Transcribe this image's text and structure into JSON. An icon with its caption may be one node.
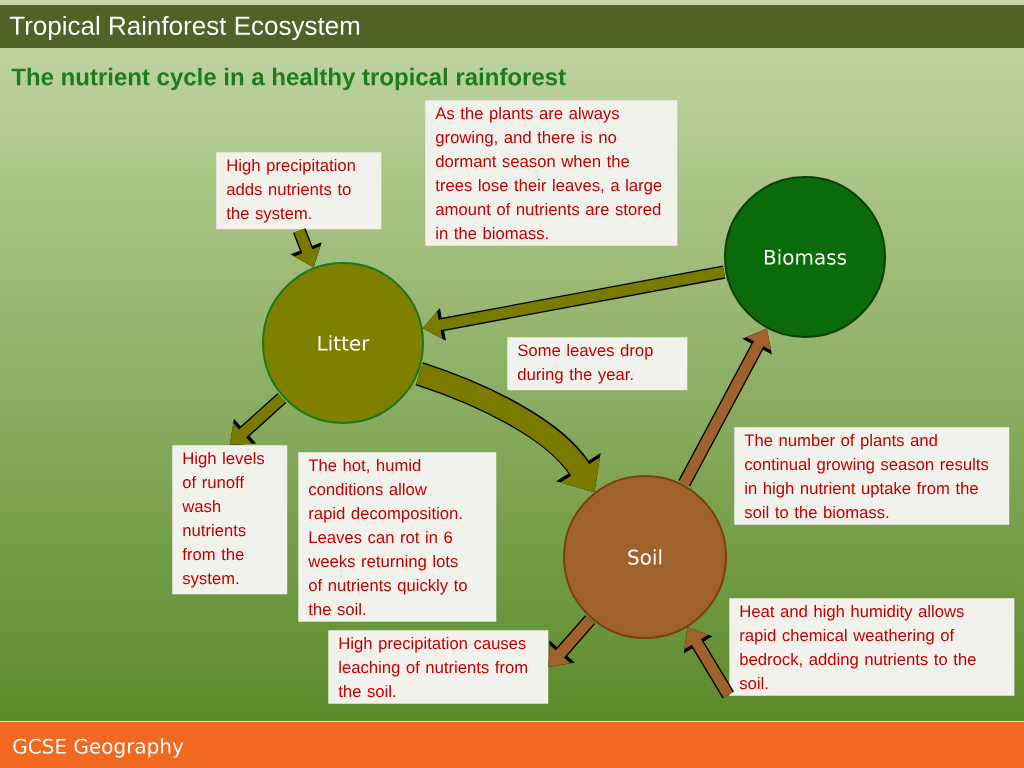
{
  "diagram": {
    "title": "Tropical Rainforest Ecosystem",
    "nodes": [
      {
        "text": [
          "As the plants are always growing, and there is no dormant season when the trees lose their leaves, a large amount of nutrients are stored in the biomass."
        ]
      },
      {
        "text": [
          "High precipitation adds nutrients to the system."
        ]
      },
      {
        "text": [
          "Biomass"
        ]
      },
      {
        "text": [
          "Litter"
        ]
      },
      {
        "text": [
          "Some leaves drop during the year."
        ]
      },
      {
        "text": [
          "The number of plants and continual growing season results in high nutrient uptake from the soil to the biomass."
        ]
      },
      {
        "text": [
          "High levels of runoff wash nutrients from the system."
        ]
      },
      {
        "text": [
          "The hot, humid conditions allow rapid decomposition. Leaves can rot in 6 weeks returning lots of nutrients quickly to the soil."
        ]
      },
      {
        "text": [
          "Soil"
        ]
      },
      {
        "text": [
          "High precipitation causes leaching of nutrients from the soil."
        ]
      },
      {
        "text": [
          "Heat and high humidity allows rapid chemical weathering of bedrock, adding nutrients to the soil."
        ]
      }
    ],
    "edges": [
      {
        "from": 1,
        "to": 3,
        "arrow": "to"
      },
      {
        "from": 2,
        "to": 3,
        "arrow": "to"
      },
      {
        "from": 3,
        "to": 6,
        "arrow": "to"
      },
      {
        "from": 3,
        "to": 8,
        "arrow": "to",
        "style": "thick"
      },
      {
        "from": 8,
        "to": 2,
        "arrow": "to",
        "color": "#a0622d"
      },
      {
        "from": 8,
        "to": 9,
        "arrow": "to",
        "color": "#a0622d"
      },
      {
        "from": 10,
        "to": 8,
        "arrow": "to",
        "color": "#a0622d"
      }
    ],
    "labels": [
      "The nutrient cycle in a healthy tropical rainforest",
      "GCSE Geography"
    ]
  }
}
